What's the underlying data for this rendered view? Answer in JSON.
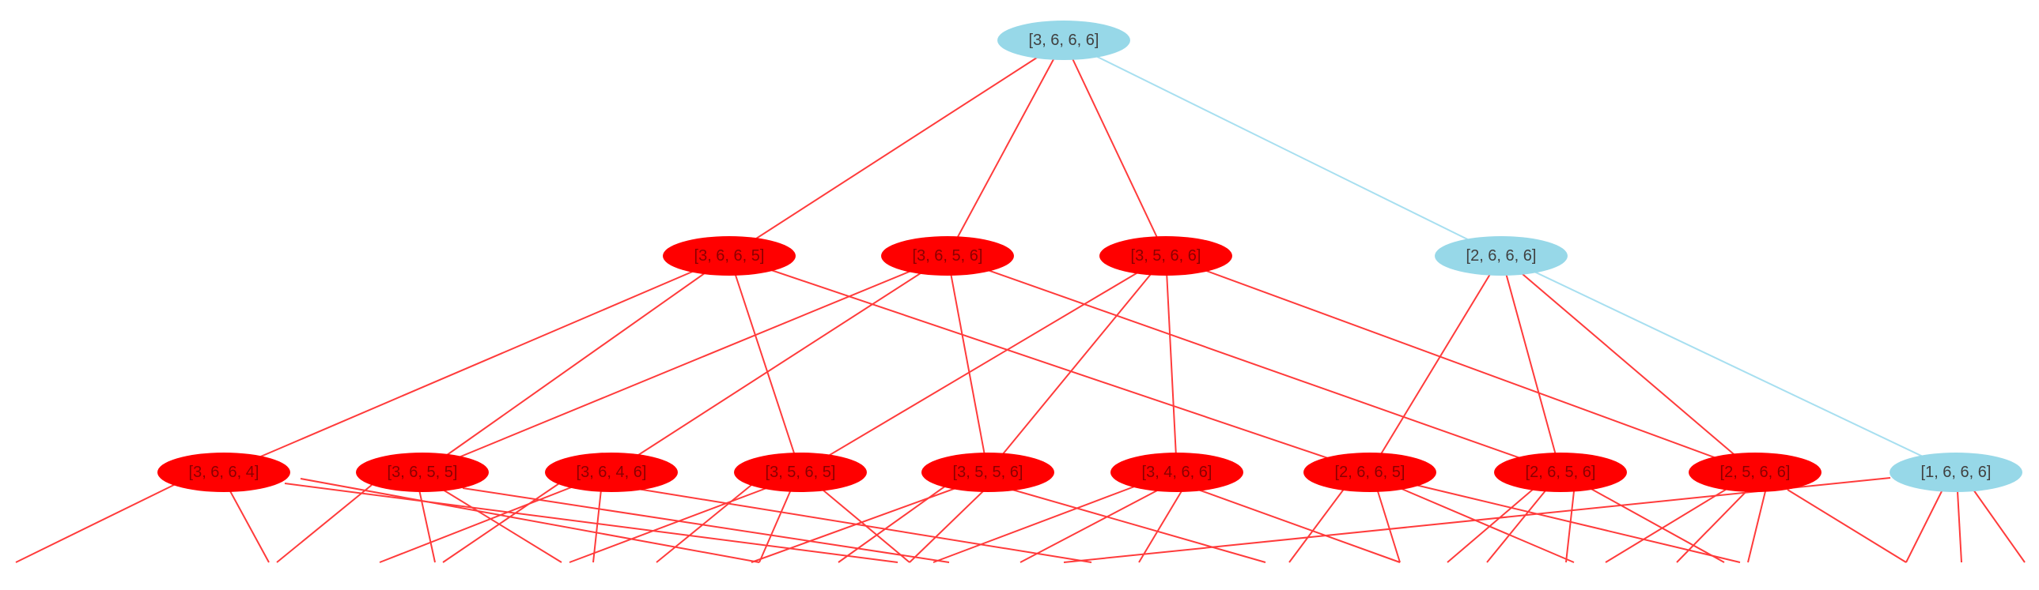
{
  "colors": {
    "highlight_node": "#ff0000",
    "highlight_edge": "#ff3b3b",
    "normal_node": "#97d8e8",
    "normal_edge": "#a7dff0",
    "text_on_highlight": "#8a0000",
    "text_on_normal": "#404040"
  },
  "nodes": [
    {
      "id": "n3666",
      "label": "[3, 6, 6, 6]",
      "highlight": false
    },
    {
      "id": "n3665",
      "label": "[3, 6, 6, 5]",
      "highlight": true
    },
    {
      "id": "n3656",
      "label": "[3, 6, 5, 6]",
      "highlight": true
    },
    {
      "id": "n3566",
      "label": "[3, 5, 6, 6]",
      "highlight": true
    },
    {
      "id": "n2666",
      "label": "[2, 6, 6, 6]",
      "highlight": false
    },
    {
      "id": "n3664",
      "label": "[3, 6, 6, 4]",
      "highlight": true
    },
    {
      "id": "n3655",
      "label": "[3, 6, 5, 5]",
      "highlight": true
    },
    {
      "id": "n3646",
      "label": "[3, 6, 4, 6]",
      "highlight": true
    },
    {
      "id": "n3565",
      "label": "[3, 5, 6, 5]",
      "highlight": true
    },
    {
      "id": "n3556",
      "label": "[3, 5, 5, 6]",
      "highlight": true
    },
    {
      "id": "n3466",
      "label": "[3, 4, 6, 6]",
      "highlight": true
    },
    {
      "id": "n2665",
      "label": "[2, 6, 6, 5]",
      "highlight": true
    },
    {
      "id": "n2656",
      "label": "[2, 6, 5, 6]",
      "highlight": true
    },
    {
      "id": "n2566",
      "label": "[2, 5, 6, 6]",
      "highlight": true
    },
    {
      "id": "n1666",
      "label": "[1, 6, 6, 6]",
      "highlight": false
    }
  ],
  "edges": [
    {
      "from": "n3666",
      "to": "n3665",
      "highlight": true
    },
    {
      "from": "n3666",
      "to": "n3656",
      "highlight": true
    },
    {
      "from": "n3666",
      "to": "n3566",
      "highlight": true
    },
    {
      "from": "n3666",
      "to": "n2666",
      "highlight": false
    },
    {
      "from": "n3665",
      "to": "n3664",
      "highlight": true
    },
    {
      "from": "n3665",
      "to": "n3655",
      "highlight": true
    },
    {
      "from": "n3665",
      "to": "n3565",
      "highlight": true
    },
    {
      "from": "n3665",
      "to": "n2665",
      "highlight": true
    },
    {
      "from": "n3656",
      "to": "n3655",
      "highlight": true
    },
    {
      "from": "n3656",
      "to": "n3646",
      "highlight": true
    },
    {
      "from": "n3656",
      "to": "n3556",
      "highlight": true
    },
    {
      "from": "n3656",
      "to": "n2656",
      "highlight": true
    },
    {
      "from": "n3566",
      "to": "n3565",
      "highlight": true
    },
    {
      "from": "n3566",
      "to": "n3556",
      "highlight": true
    },
    {
      "from": "n3566",
      "to": "n3466",
      "highlight": true
    },
    {
      "from": "n3566",
      "to": "n2566",
      "highlight": true
    },
    {
      "from": "n2666",
      "to": "n2665",
      "highlight": true
    },
    {
      "from": "n2666",
      "to": "n2656",
      "highlight": true
    },
    {
      "from": "n2666",
      "to": "n2566",
      "highlight": true
    },
    {
      "from": "n2666",
      "to": "n1666",
      "highlight": false
    }
  ]
}
